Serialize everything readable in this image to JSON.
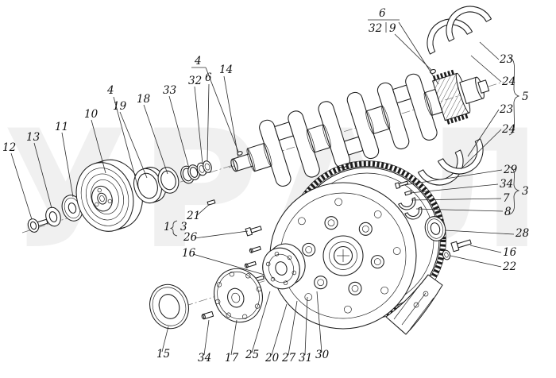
{
  "figure": {
    "watermark": "УРАЛ",
    "colors": {
      "ink": "#1c1c1c",
      "paper": "#ffffff",
      "watermark": "#8f8f8f"
    },
    "callouts": [
      {
        "label": "6"
      },
      {
        "label": "32"
      },
      {
        "label": "9"
      },
      {
        "label": "23"
      },
      {
        "label": "24"
      },
      {
        "label": "5"
      },
      {
        "label": "23"
      },
      {
        "label": "24"
      },
      {
        "label": "29"
      },
      {
        "label": "34"
      },
      {
        "label": "7"
      },
      {
        "label": "8"
      },
      {
        "label": "3"
      },
      {
        "label": "28"
      },
      {
        "label": "16"
      },
      {
        "label": "22"
      },
      {
        "label": "4"
      },
      {
        "label": "14"
      },
      {
        "label": "32"
      },
      {
        "label": "6"
      },
      {
        "label": "33"
      },
      {
        "label": "18"
      },
      {
        "label": "19"
      },
      {
        "label": "4"
      },
      {
        "label": "10"
      },
      {
        "label": "11"
      },
      {
        "label": "13"
      },
      {
        "label": "12"
      },
      {
        "label": "21"
      },
      {
        "label": "1"
      },
      {
        "label": "3"
      },
      {
        "label": "26"
      },
      {
        "label": "16"
      },
      {
        "label": "15"
      },
      {
        "label": "34"
      },
      {
        "label": "17"
      },
      {
        "label": "25"
      },
      {
        "label": "20"
      },
      {
        "label": "27"
      },
      {
        "label": "31"
      },
      {
        "label": "30"
      }
    ]
  }
}
